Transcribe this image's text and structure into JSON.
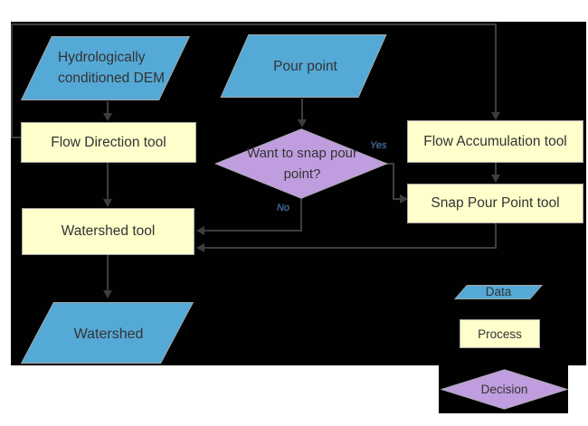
{
  "colors": {
    "page_bg": "#ffffff",
    "canvas_bg": "#010101",
    "data_fill": "#55a9d6",
    "process_fill": "#ffffcc",
    "decision_fill": "#c09ddf",
    "shape_border": "#a6a6a6",
    "decision_border": "#b3a6c4",
    "line": "#3d3d3d",
    "label": "#333333",
    "branch_label": "#3a5c8e"
  },
  "nodes": {
    "dem": "Hydrologically conditioned DEM",
    "pour_point": "Pour point",
    "flow_direction": "Flow Direction tool",
    "flow_accumulation": "Flow Accumulation tool",
    "snap_pour_point": "Snap Pour Point tool",
    "decision": "Want to snap pour point?",
    "watershed_tool": "Watershed tool",
    "watershed_output": "Watershed"
  },
  "edge_labels": {
    "yes": "Yes",
    "no": "No"
  },
  "legend": {
    "data": "Data",
    "process": "Process",
    "decision": "Decision"
  }
}
